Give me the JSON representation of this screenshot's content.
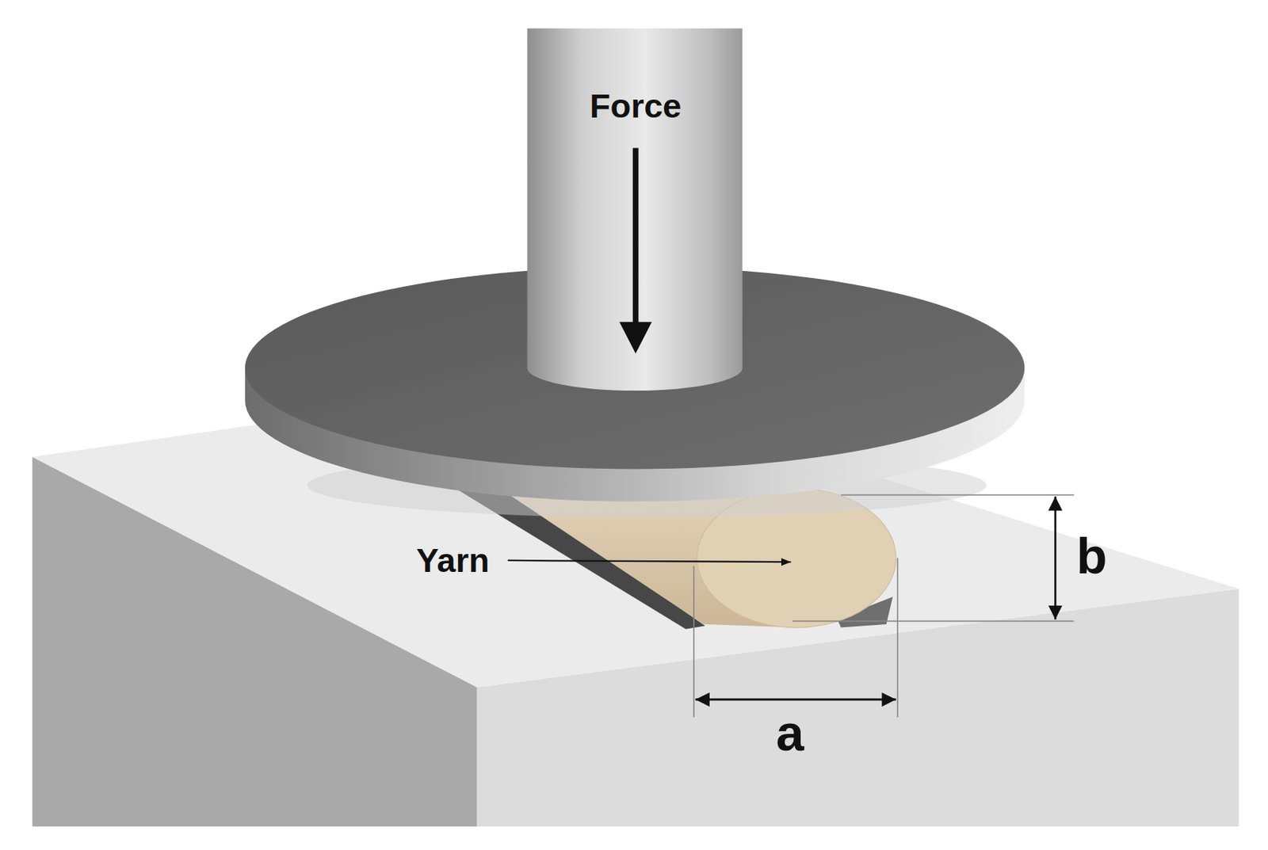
{
  "diagram": {
    "labels": [
      "Force",
      "Yarn",
      "a",
      "b"
    ]
  }
}
